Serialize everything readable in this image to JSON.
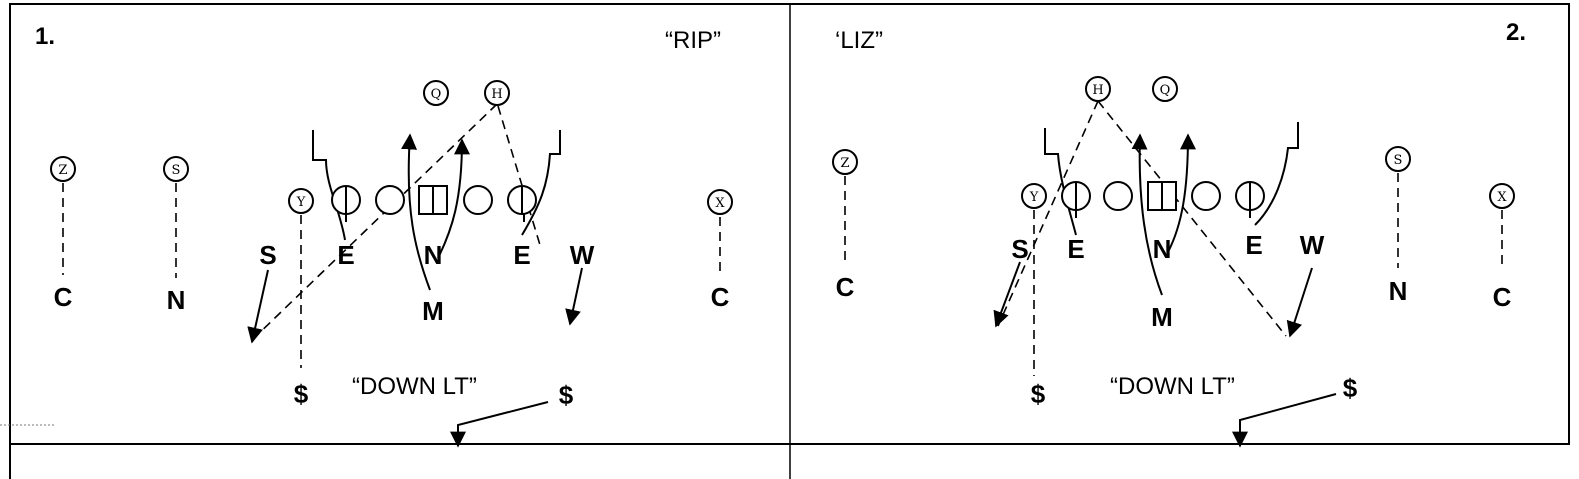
{
  "panel1": {
    "number": "1.",
    "call": "“RIP”",
    "front": "“DOWN LT”",
    "offense": {
      "z": "Z",
      "s": "S",
      "y": "Y",
      "q": "Q",
      "h": "H",
      "x": "X"
    },
    "defense": {
      "c_left": "C",
      "n_left": "N",
      "s": "S",
      "e_left": "E",
      "n_mid": "N",
      "e_right": "E",
      "w": "W",
      "m": "M",
      "c_right": "C",
      "safety_left": "$",
      "safety_right": "$"
    }
  },
  "panel2": {
    "number": "2.",
    "call": "‘LIZ”",
    "front": "“DOWN LT”",
    "offense": {
      "z": "Z",
      "y": "Y",
      "h": "H",
      "q": "Q",
      "s": "S",
      "x": "X"
    },
    "defense": {
      "c_left": "C",
      "s": "S",
      "e_left": "E",
      "n_mid": "N",
      "e_right": "E",
      "w": "W",
      "m": "M",
      "n_right": "N",
      "c_right": "C",
      "safety_left": "$",
      "safety_right": "$"
    }
  }
}
